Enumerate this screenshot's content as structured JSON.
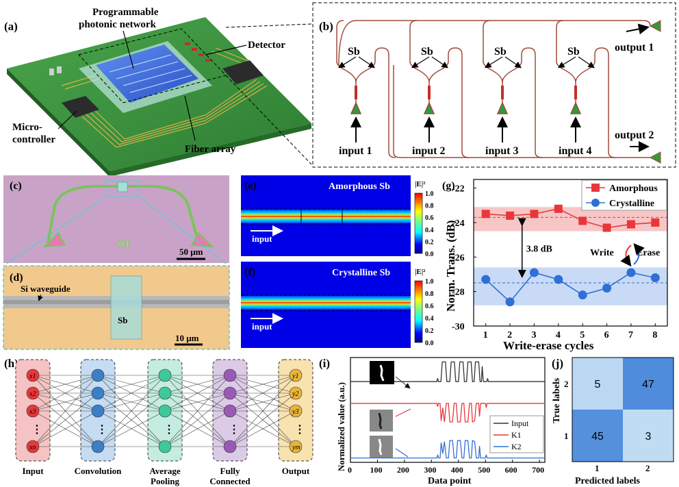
{
  "panel_a": {
    "label": "(a)",
    "network": "Programmable\nphotonic network",
    "detector": "Detector",
    "microcontroller": "Micro-\ncontroller",
    "fiber": "Fiber array"
  },
  "panel_b": {
    "label": "(b)",
    "sb": "Sb",
    "inputs": [
      "input 1",
      "input 2",
      "input 3",
      "input 4"
    ],
    "outputs": [
      "output 1",
      "output 2"
    ]
  },
  "panel_c": {
    "label": "(c)",
    "tag": "A1",
    "scale": "50 μm"
  },
  "panel_d": {
    "label": "(d)",
    "waveguide": "Si waveguide",
    "sb": "Sb",
    "scale": "10 μm"
  },
  "panel_e": {
    "label": "(e)",
    "title": "Amorphous Sb",
    "arrow": "input",
    "cbar_title": "|E|²",
    "cbar_ticks": [
      "1.0",
      "0.8",
      "0.6",
      "0.4",
      "0.2",
      "0.0"
    ]
  },
  "panel_f": {
    "label": "(f)",
    "title": "Crystalline Sb",
    "arrow": "input",
    "cbar_title": "|E|²",
    "cbar_ticks": [
      "1.0",
      "0.8",
      "0.6",
      "0.4",
      "0.2",
      "0.0"
    ]
  },
  "panel_g": {
    "label": "(g)",
    "annotation_gap": "3.8 dB",
    "write": "Write",
    "erase": "Erase",
    "colors": {
      "amorphous": "#e8373a",
      "crystalline": "#2f6fd6"
    }
  },
  "panel_h": {
    "label": "(h)",
    "layers": [
      "Input",
      "Convolution",
      "Average\nPooling",
      "Fully\nConnected",
      "Output"
    ],
    "input_nodes": [
      "x1",
      "x2",
      "x3",
      "⋮",
      "xn"
    ],
    "output_nodes": [
      "y1",
      "y2",
      "y3",
      "⋮",
      "ym"
    ]
  },
  "panel_i": {
    "label": "(i)"
  },
  "panel_j": {
    "label": "(j)",
    "matrix": [
      [
        5,
        47
      ],
      [
        45,
        3
      ]
    ],
    "row_ticks": [
      "2",
      "1"
    ],
    "col_ticks": [
      "1",
      "2"
    ],
    "xlabel": "Predicted labels",
    "ylabel": "True labels"
  },
  "chart_data": [
    {
      "type": "line",
      "x": [
        1,
        2,
        3,
        4,
        5,
        6,
        7,
        8
      ],
      "series": [
        {
          "name": "Amorphous",
          "values": [
            -23.5,
            -23.6,
            -23.5,
            -23.2,
            -23.9,
            -24.3,
            -24.1,
            -24.0
          ]
        },
        {
          "name": "Crystalline",
          "values": [
            -27.3,
            -28.6,
            -26.9,
            -27.3,
            -28.2,
            -27.8,
            -26.9,
            -27.2
          ]
        }
      ],
      "means": [
        -23.7,
        -27.5
      ],
      "xlabel": "Write-erase cycles",
      "ylabel": "Norm. Trans. (dB)",
      "xlim": [
        0.5,
        8.5
      ],
      "ylim": [
        -30,
        -21.5
      ],
      "xticks": [
        1,
        2,
        3,
        4,
        5,
        6,
        7,
        8
      ],
      "yticks": [
        -30,
        -28,
        -26,
        -24,
        -22
      ],
      "legend": "top-right"
    },
    {
      "type": "line",
      "xlabel": "Data point",
      "ylabel": "Normalized value (a.u.)",
      "xlim": [
        0,
        720
      ],
      "xticks": [
        0,
        100,
        200,
        300,
        400,
        500,
        600,
        700
      ],
      "series": [
        {
          "name": "Input",
          "offset": 3.5,
          "values": [
            [
              0,
              0
            ],
            [
              320,
              0
            ],
            [
              323,
              0.15
            ],
            [
              326,
              0
            ],
            [
              335,
              0
            ],
            [
              340,
              0.9
            ],
            [
              352,
              0.9
            ],
            [
              357,
              0
            ],
            [
              368,
              0
            ],
            [
              373,
              0.9
            ],
            [
              385,
              0.9
            ],
            [
              390,
              0
            ],
            [
              400,
              0
            ],
            [
              405,
              0.9
            ],
            [
              417,
              0.9
            ],
            [
              422,
              0
            ],
            [
              430,
              0
            ],
            [
              435,
              0.9
            ],
            [
              447,
              0.9
            ],
            [
              452,
              0
            ],
            [
              458,
              0
            ],
            [
              463,
              0.9
            ],
            [
              475,
              0.9
            ],
            [
              480,
              0
            ],
            [
              485,
              0
            ],
            [
              488,
              0.7
            ],
            [
              492,
              0
            ],
            [
              505,
              0
            ],
            [
              508,
              0.15
            ],
            [
              511,
              0
            ],
            [
              720,
              0
            ]
          ]
        },
        {
          "name": "K1",
          "offset": 2.5,
          "values": [
            [
              0,
              0
            ],
            [
              320,
              0
            ],
            [
              323,
              -0.15
            ],
            [
              326,
              0
            ],
            [
              332,
              0
            ],
            [
              336,
              -0.8
            ],
            [
              342,
              -0.2
            ],
            [
              348,
              -0.85
            ],
            [
              355,
              0
            ],
            [
              363,
              0
            ],
            [
              368,
              -0.85
            ],
            [
              378,
              -0.85
            ],
            [
              384,
              0
            ],
            [
              392,
              0
            ],
            [
              397,
              -0.85
            ],
            [
              407,
              -0.85
            ],
            [
              413,
              0
            ],
            [
              420,
              0
            ],
            [
              425,
              -0.85
            ],
            [
              435,
              -0.85
            ],
            [
              441,
              0
            ],
            [
              448,
              0
            ],
            [
              452,
              -0.85
            ],
            [
              460,
              -0.8
            ],
            [
              466,
              0
            ],
            [
              475,
              0
            ],
            [
              478,
              -0.6
            ],
            [
              482,
              0
            ],
            [
              500,
              0
            ],
            [
              503,
              -0.2
            ],
            [
              506,
              0
            ],
            [
              720,
              0
            ]
          ]
        },
        {
          "name": "K2",
          "offset": 0.0,
          "values": [
            [
              0,
              0
            ],
            [
              320,
              0
            ],
            [
              323,
              0.15
            ],
            [
              326,
              0
            ],
            [
              332,
              0
            ],
            [
              336,
              0.7
            ],
            [
              342,
              0.2
            ],
            [
              348,
              0.75
            ],
            [
              355,
              0
            ],
            [
              363,
              0
            ],
            [
              368,
              0.8
            ],
            [
              378,
              0.8
            ],
            [
              384,
              0
            ],
            [
              392,
              0
            ],
            [
              397,
              0.8
            ],
            [
              407,
              0.8
            ],
            [
              413,
              0
            ],
            [
              420,
              0
            ],
            [
              425,
              0.8
            ],
            [
              435,
              0.8
            ],
            [
              441,
              0
            ],
            [
              448,
              0
            ],
            [
              452,
              0.8
            ],
            [
              460,
              0.75
            ],
            [
              466,
              0
            ],
            [
              475,
              0
            ],
            [
              478,
              0.55
            ],
            [
              482,
              0
            ],
            [
              500,
              0
            ],
            [
              503,
              0.15
            ],
            [
              506,
              0
            ],
            [
              720,
              0
            ]
          ]
        }
      ],
      "colors": [
        "#333333",
        "#e8373a",
        "#2f6fd6"
      ],
      "legend": "bottom-right"
    },
    {
      "type": "heatmap",
      "xlabel": "Predicted labels",
      "ylabel": "True labels",
      "rows": [
        "2",
        "1"
      ],
      "cols": [
        "1",
        "2"
      ],
      "values": [
        [
          5,
          47
        ],
        [
          45,
          3
        ]
      ]
    }
  ]
}
